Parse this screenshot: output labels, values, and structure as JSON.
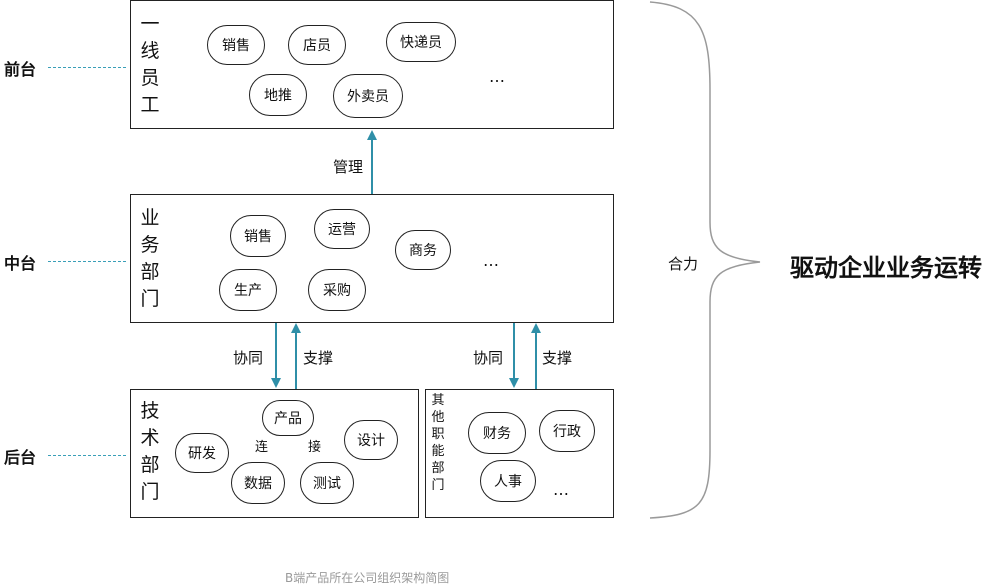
{
  "tiers": {
    "front": "前台",
    "middle": "中台",
    "back": "后台"
  },
  "frontline": {
    "title": [
      "一",
      "线",
      "员",
      "工"
    ],
    "roles": [
      "销售",
      "店员",
      "快递员",
      "地推",
      "外卖员"
    ],
    "more": "…"
  },
  "business": {
    "title": [
      "业",
      "务",
      "部",
      "门"
    ],
    "roles": [
      "销售",
      "运营",
      "商务",
      "生产",
      "采购"
    ],
    "more": "…"
  },
  "tech": {
    "title": [
      "技",
      "术",
      "部",
      "门"
    ],
    "roles": [
      "产品",
      "研发",
      "设计",
      "数据",
      "测试"
    ],
    "link_left": "连",
    "link_right": "接"
  },
  "other": {
    "title": [
      "其",
      "他",
      "职",
      "能",
      "部",
      "门"
    ],
    "roles": [
      "财务",
      "行政",
      "人事"
    ],
    "more": "…"
  },
  "arrows": {
    "manage": "管理",
    "cooperate": "协同",
    "support": "支撑"
  },
  "brace": {
    "label": "合力",
    "conclusion": "驱动企业业务运转"
  },
  "caption": "B端产品所在公司组织架构简图",
  "colors": {
    "arrow": "#2f8fa8",
    "dash": "#3a9fb8",
    "border": "#222222"
  }
}
